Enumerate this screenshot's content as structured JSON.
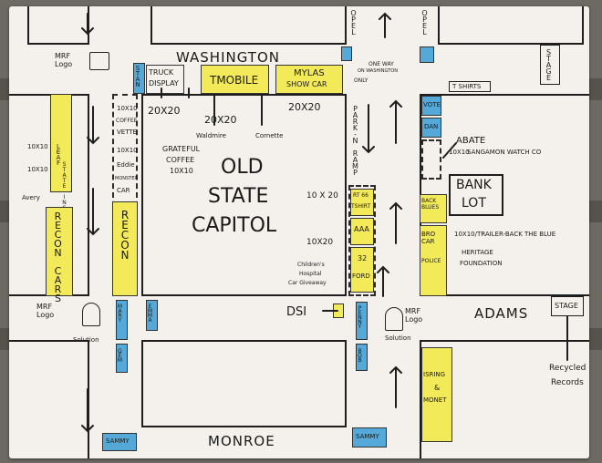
{
  "streets": {
    "washington": "WASHINGTON",
    "adams": "ADAMS",
    "monroe": "MONROE",
    "opel_left": "OPEL",
    "opel_right": "OPEL",
    "park_ramp": "PARK-N RAMP",
    "stage": "STAGE"
  },
  "labels": {
    "capitol_1": "OLD",
    "capitol_2": "STATE",
    "capitol_3": "CAPITOL",
    "bank_lot_1": "BANK",
    "bank_lot_2": "LOT",
    "mrf_logo_top": "MRF Logo",
    "mrf_logo_left": "MRF Logo",
    "mrf_logo_right": "MRF Logo",
    "solution_left": "Solution",
    "solution_right": "Solution",
    "dsi": "DSI",
    "stage_bottom": "STAGE",
    "recycled_1": "Recycled",
    "recycled_2": "Records",
    "tshirts": "T SHIRTS",
    "truck_display_1": "TRUCK",
    "truck_display_2": "DISPLAY",
    "tmobile": "TMOBILE",
    "mylas_1": "MYLAS",
    "mylas_2": "SHOW CAR",
    "size_20x20_a": "20X20",
    "size_20x20_b": "20X20",
    "size_20x20_c": "20X20",
    "waldmire": "Waldmire",
    "cornette": "Cornette",
    "grateful_1": "GRATEFUL",
    "grateful_2": "COFFEE",
    "grateful_3": "10X10",
    "size_10x10_a": "10X10",
    "size_10x10_b": "10X10",
    "leaf": "LEAF",
    "state_ins": "STATE INS.",
    "avery": "Avery",
    "recon_cars": "RECON CARS",
    "recon": "RECON",
    "left_col_1": "10X10",
    "left_col_2": "COFFEE",
    "left_col_3": "VETTE",
    "left_col_4": "10X10",
    "left_col_5": "Eddie",
    "left_col_6": "MONSTER",
    "left_col_7": "CAR",
    "mary_kay": "MARY",
    "gem": "GEM",
    "emma": "EMMA",
    "rt66": "RT 66",
    "tshirt": "TSHIRT",
    "size_10x20_a": "10 X 20",
    "size_10x20_b": "10X20",
    "aaa": "AAA",
    "n32": "32",
    "ford": "FORD",
    "childrens_1": "Children's",
    "childrens_2": "Hospital",
    "childrens_3": "Car Giveaway",
    "vote": "VOTE",
    "dan": "DAN",
    "abate": "ABATE",
    "sangamon": "10X10",
    "sangamon_2": "SANGAMON WATCH CO",
    "back_blues": "BACK BLUES",
    "bro_car": "BRO CAR",
    "police": "POLICE",
    "back_the_blue": "10X10/TRAILER-BACK THE BLUE",
    "heritage_1": "HERITAGE",
    "heritage_2": "FOUNDATION",
    "isring_1": "ISRING",
    "isring_2": "&",
    "isring_3": "MONET",
    "penny": "PENNY",
    "bob": "BOB",
    "sammy_left": "SAMMY",
    "sammy_right": "SAMMY",
    "stan": "STAN",
    "one_way": "ONE WAY",
    "alt_wash": "ON WASHINGTON",
    "only_sign": "ONLY"
  },
  "colors": {
    "yellow": "#f3ea5a",
    "blue": "#55a9d8",
    "ink": "#1e1e1e",
    "paper": "#f4f1ec"
  }
}
